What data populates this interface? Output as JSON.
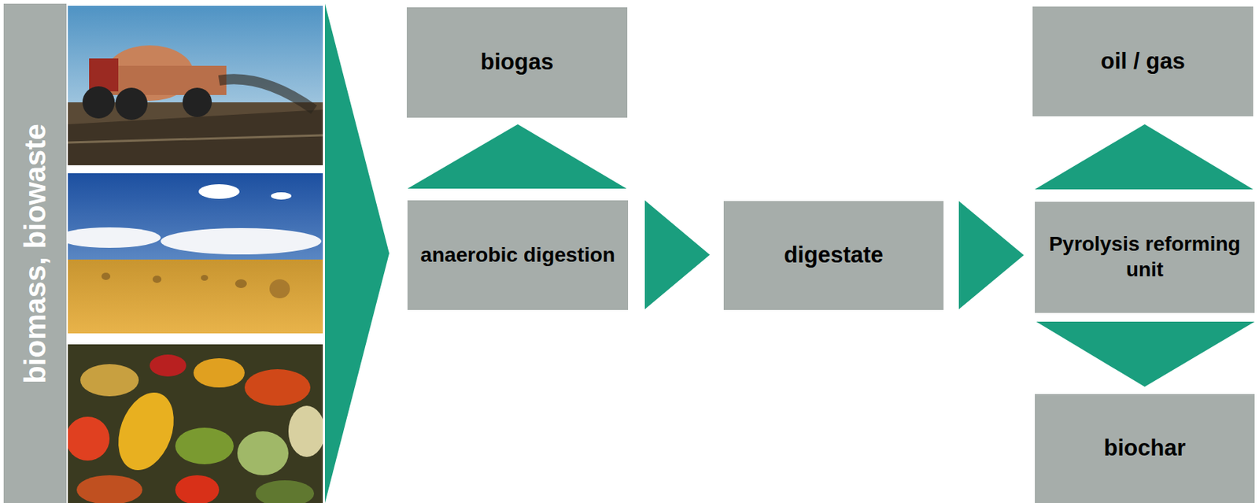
{
  "diagram": {
    "nodes": [
      {
        "text": [
          "biomass, biowaste"
        ]
      },
      {
        "text": [
          "biogas"
        ]
      },
      {
        "text": [
          "anaerobic digestion"
        ]
      },
      {
        "text": [
          "digestate"
        ]
      },
      {
        "text": [
          "oil / gas"
        ]
      },
      {
        "text": [
          "Pyrolysis reforming unit"
        ]
      },
      {
        "text": [
          "biochar"
        ]
      }
    ],
    "edges": [
      {
        "from": 0,
        "to": 2,
        "arrow": "to"
      },
      {
        "from": 2,
        "to": 1,
        "arrow": "to"
      },
      {
        "from": 2,
        "to": 3,
        "arrow": "to"
      },
      {
        "from": 3,
        "to": 5,
        "arrow": "to"
      },
      {
        "from": 5,
        "to": 4,
        "arrow": "to"
      },
      {
        "from": 5,
        "to": 6,
        "arrow": "to"
      }
    ]
  }
}
